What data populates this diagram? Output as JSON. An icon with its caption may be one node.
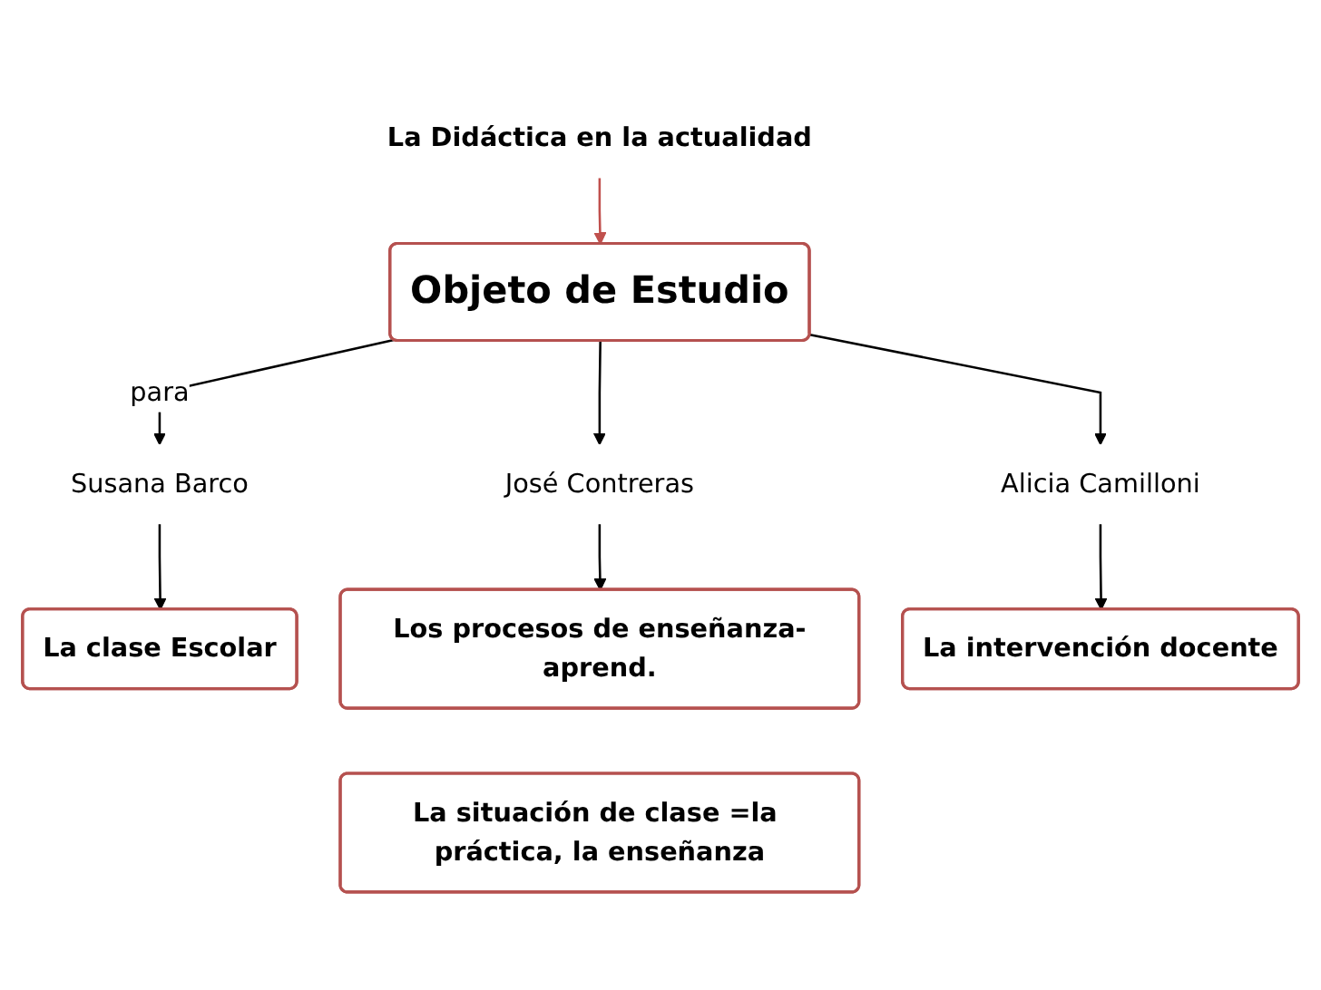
{
  "diagram": {
    "nodes": [
      {
        "text": [
          "La Didáctica en la actualidad"
        ]
      },
      {
        "text": [
          "Objeto de Estudio"
        ]
      },
      {
        "text": [
          "Susana Barco"
        ]
      },
      {
        "text": [
          "José Contreras"
        ]
      },
      {
        "text": [
          "Alicia Camilloni"
        ]
      },
      {
        "text": [
          "La clase Escolar"
        ]
      },
      {
        "text": [
          "Los procesos de enseñanza-aprend."
        ]
      },
      {
        "text": [
          "La intervención docente"
        ]
      },
      {
        "text": [
          "La situación de clase =la práctica, la enseñanza"
        ]
      }
    ],
    "edges": [
      {
        "from": 0,
        "to": 1,
        "arrow": "to",
        "color": "#c0504d"
      },
      {
        "from": 1,
        "to": 2,
        "arrow": "to",
        "label": "para"
      },
      {
        "from": 1,
        "to": 3,
        "arrow": "to"
      },
      {
        "from": 1,
        "to": 4,
        "arrow": "to"
      },
      {
        "from": 2,
        "to": 5,
        "arrow": "to"
      },
      {
        "from": 3,
        "to": 6,
        "arrow": "to"
      },
      {
        "from": 4,
        "to": 7,
        "arrow": "to"
      }
    ]
  }
}
